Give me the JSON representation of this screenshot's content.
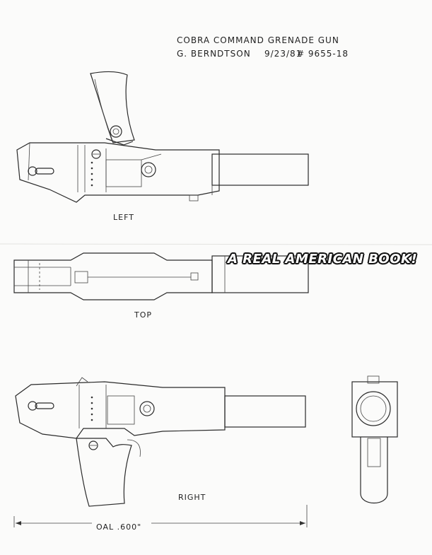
{
  "drawing": {
    "title": "COBRA COMMAND  GRENADE GUN",
    "artist": "G. BERNDTSON",
    "date": "9/23/81",
    "part_number": "# 9655-18",
    "views": {
      "left": "LEFT",
      "top": "TOP",
      "right": "RIGHT"
    },
    "dimension": "OAL .600\""
  },
  "watermark": "A REAL AMERICAN BOOK!"
}
